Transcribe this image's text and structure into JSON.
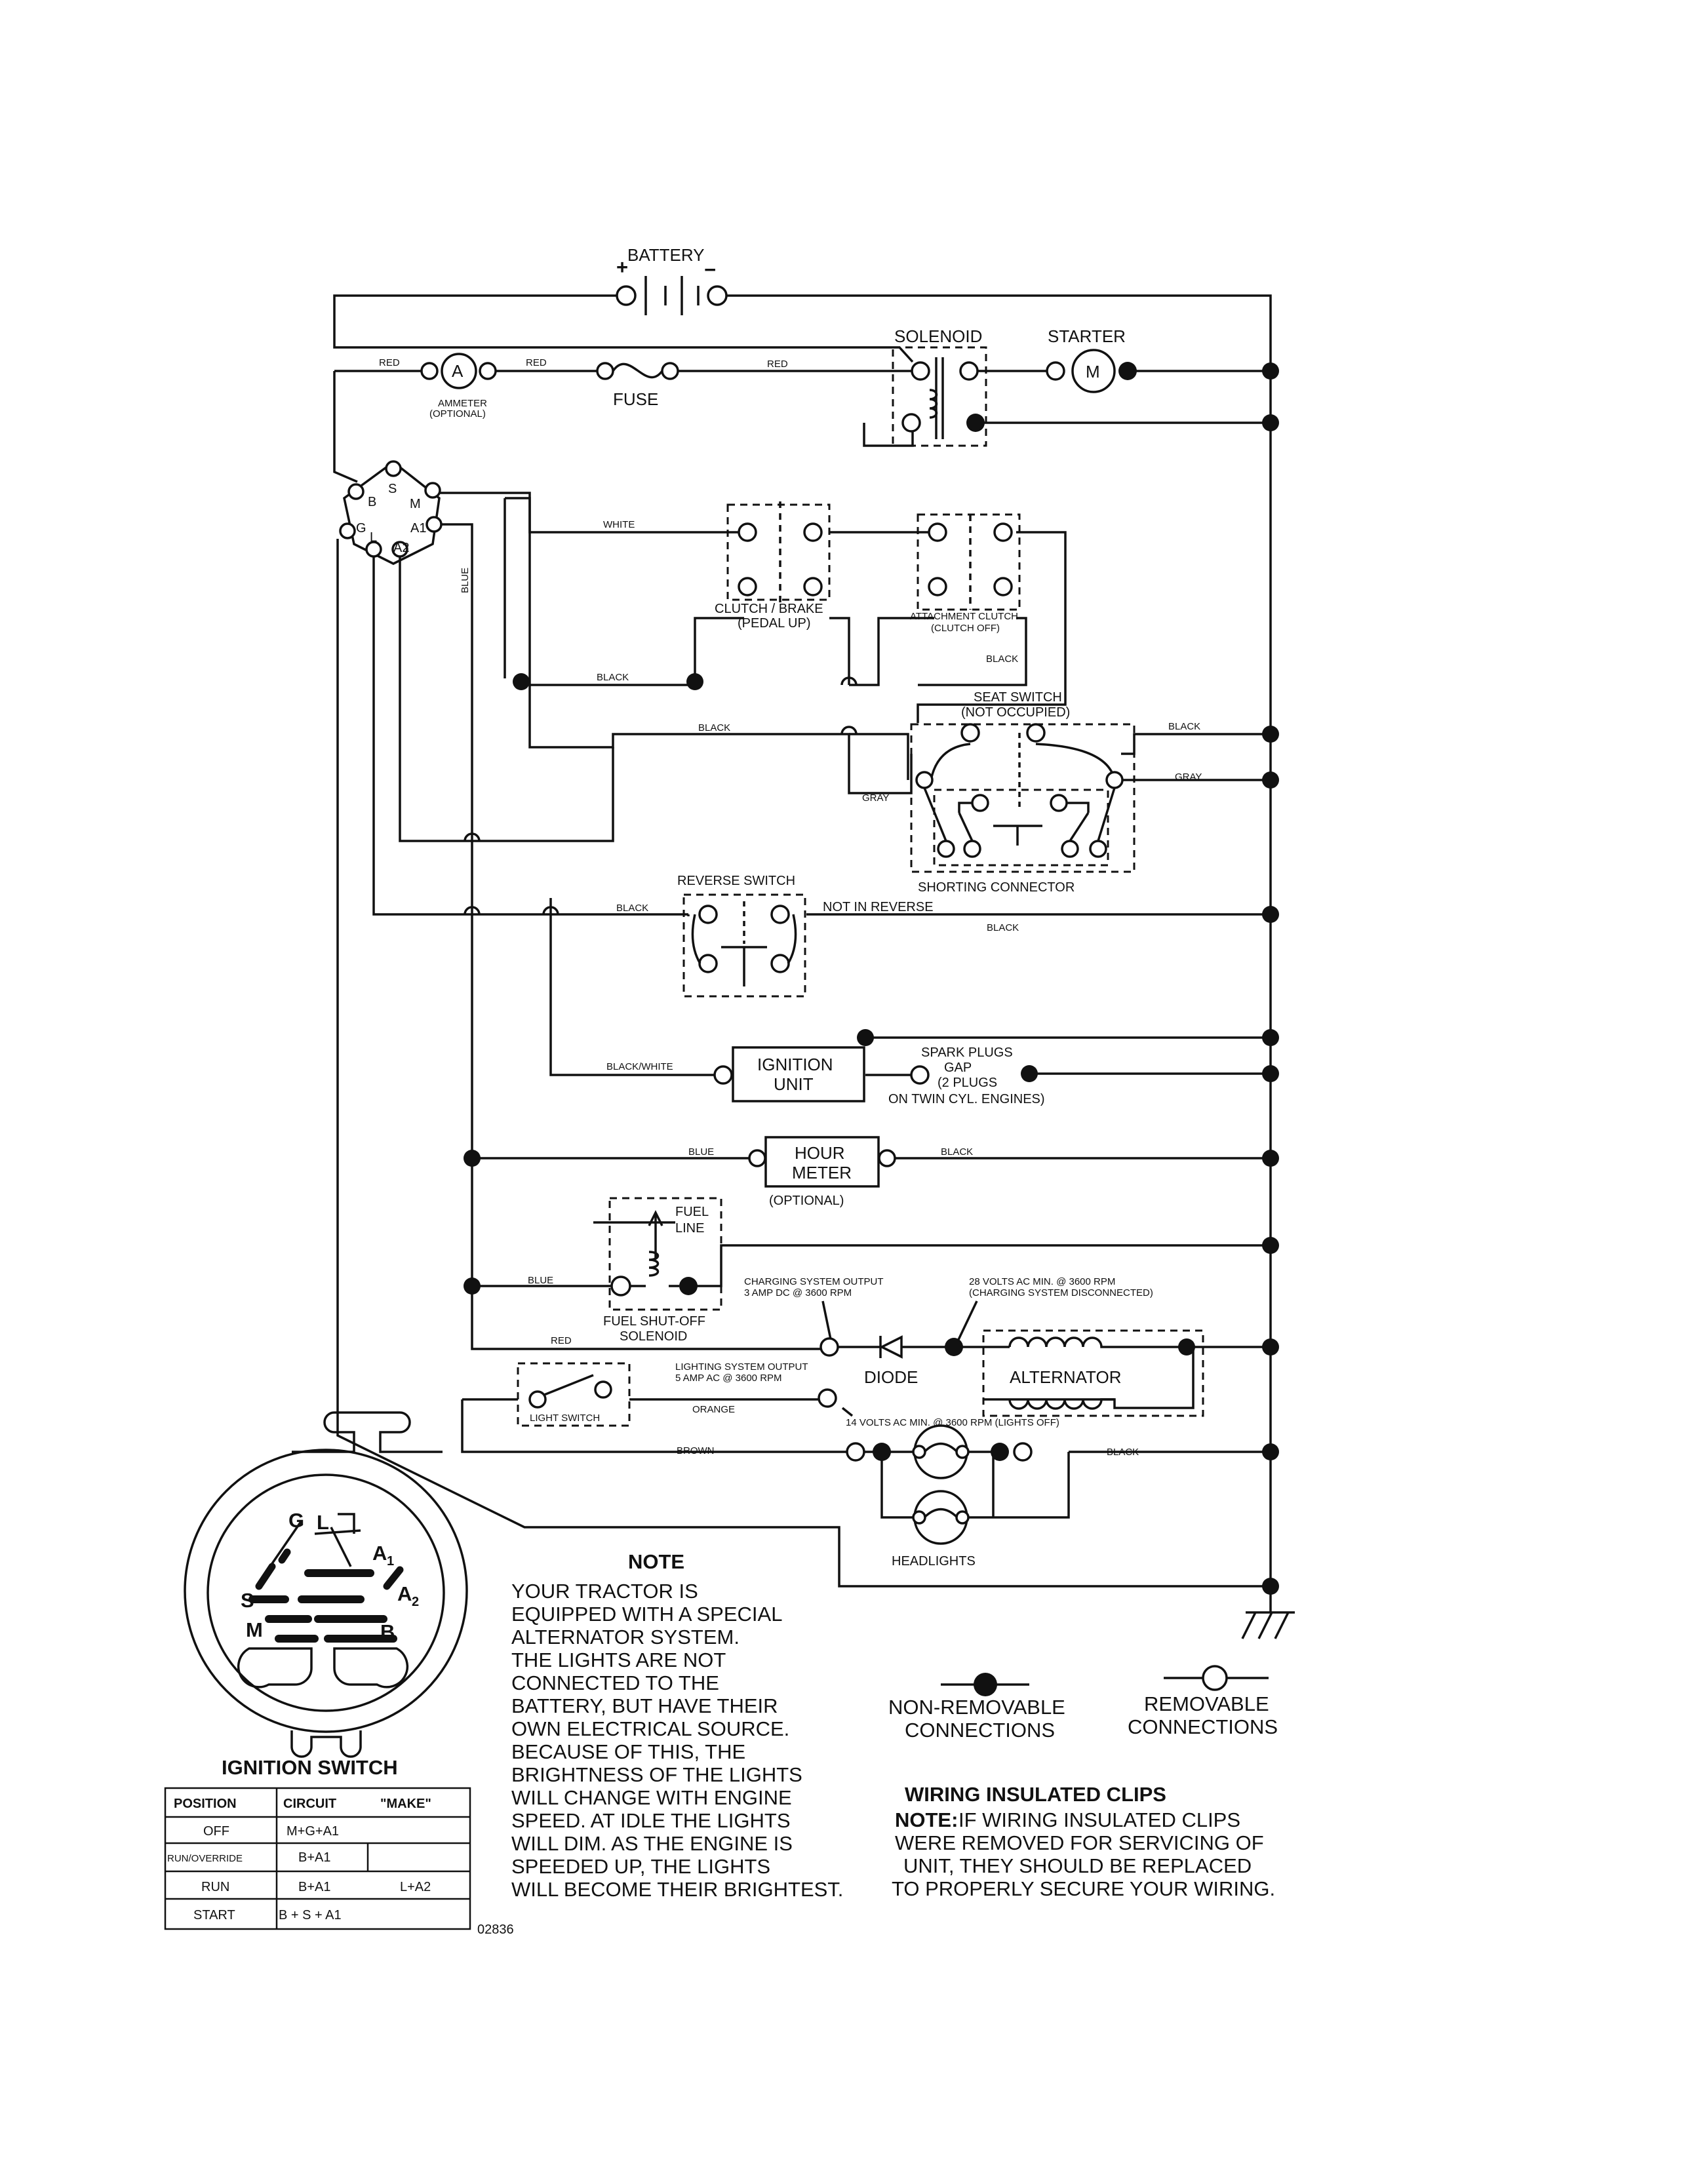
{
  "components": {
    "battery": "BATTERY",
    "solenoid": "SOLENOID",
    "starter": "STARTER",
    "starter_symbol": "M",
    "ammeter_symbol": "A",
    "ammeter": "AMMETER",
    "ammeter_note": "(OPTIONAL)",
    "fuse": "FUSE",
    "clutch_brake": "CLUTCH / BRAKE",
    "clutch_brake_state": "(PEDAL UP)",
    "attachment_clutch": "ATTACHMENT CLUTCH",
    "attachment_clutch_state": "(CLUTCH OFF)",
    "seat_switch": "SEAT SWITCH",
    "seat_switch_state": "(NOT OCCUPIED)",
    "shorting_connector": "SHORTING CONNECTOR",
    "reverse_switch": "REVERSE SWITCH",
    "not_in_reverse": "NOT IN REVERSE",
    "ignition_unit_1": "IGNITION",
    "ignition_unit_2": "UNIT",
    "spark_plugs_1": "SPARK PLUGS",
    "spark_plugs_2": "GAP",
    "spark_plugs_3": "(2 PLUGS",
    "spark_plugs_4": "ON TWIN CYL. ENGINES)",
    "hour_meter_1": "HOUR",
    "hour_meter_2": "METER",
    "hour_meter_note": "(OPTIONAL)",
    "fuel_line_1": "FUEL",
    "fuel_line_2": "LINE",
    "fuel_solenoid_1": "FUEL SHUT-OFF",
    "fuel_solenoid_2": "SOLENOID",
    "charging_output_1": "CHARGING SYSTEM OUTPUT",
    "charging_output_2": "3 AMP DC @ 3600 RPM",
    "ac_volts_1": "28 VOLTS AC MIN. @ 3600 RPM",
    "ac_volts_2": "(CHARGING SYSTEM DISCONNECTED)",
    "lighting_output_1": "LIGHTING SYSTEM OUTPUT",
    "lighting_output_2": "5 AMP AC @ 3600 RPM",
    "diode": "DIODE",
    "alternator": "ALTERNATOR",
    "light_volts": "14 VOLTS AC MIN. @ 3600 RPM (LIGHTS OFF)",
    "light_switch": "LIGHT SWITCH",
    "headlights": "HEADLIGHTS"
  },
  "wires": {
    "red": "RED",
    "white": "WHITE",
    "black": "BLACK",
    "blue": "BLUE",
    "gray": "GRAY",
    "black_white": "BLACK/WHITE",
    "orange": "ORANGE",
    "brown": "BROWN"
  },
  "ignition_terminals": [
    "B",
    "S",
    "M",
    "A1",
    "A2",
    "L",
    "G"
  ],
  "ignition_face_labels": {
    "G": "G",
    "L": "L",
    "A1": "A",
    "A1_sub": "1",
    "A2": "A",
    "A2_sub": "2",
    "S": "S",
    "M": "M",
    "B": "B"
  },
  "ignition_switch_title": "IGNITION SWITCH",
  "ignition_table": {
    "headers": [
      "POSITION",
      "CIRCUIT",
      "\"MAKE\""
    ],
    "rows": [
      {
        "position": "OFF",
        "circuit": "M+G+A1",
        "extra": ""
      },
      {
        "position": "RUN/OVERRIDE",
        "circuit": "B+A1",
        "extra": ""
      },
      {
        "position": "RUN",
        "circuit": "B+A1",
        "extra": "L+A2"
      },
      {
        "position": "START",
        "circuit": "B + S + A1",
        "extra": ""
      }
    ]
  },
  "figure_number": "02836",
  "note": {
    "title": "NOTE",
    "lines": [
      "YOUR TRACTOR IS",
      "EQUIPPED WITH A SPECIAL",
      "ALTERNATOR SYSTEM.",
      "THE LIGHTS ARE NOT",
      "CONNECTED TO THE",
      "BATTERY, BUT HAVE THEIR",
      "OWN ELECTRICAL SOURCE.",
      "BECAUSE OF THIS, THE",
      "BRIGHTNESS OF THE LIGHTS",
      "WILL CHANGE WITH ENGINE",
      "SPEED.  AT IDLE THE LIGHTS",
      "WILL DIM.  AS THE ENGINE IS",
      "SPEEDED UP, THE LIGHTS",
      "WILL BECOME THEIR BRIGHTEST."
    ]
  },
  "legend": {
    "non_removable_1": "NON-REMOVABLE",
    "non_removable_2": "CONNECTIONS",
    "removable_1": "REMOVABLE",
    "removable_2": "CONNECTIONS"
  },
  "clips": {
    "title": "WIRING INSULATED CLIPS",
    "note_label": "NOTE:",
    "line1": "IF WIRING INSULATED CLIPS",
    "line2": "WERE REMOVED FOR SERVICING OF",
    "line3": "UNIT, THEY SHOULD BE REPLACED",
    "line4": "TO PROPERLY SECURE YOUR WIRING."
  }
}
